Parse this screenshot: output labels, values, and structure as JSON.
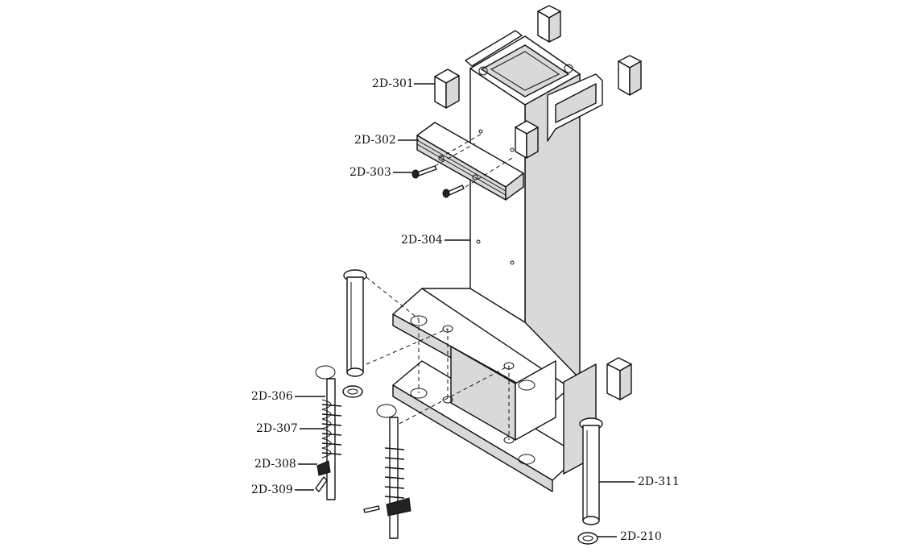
{
  "labels": {
    "l301": "2D-301",
    "l302": "2D-302",
    "l303": "2D-303",
    "l304": "2D-304",
    "l306": "2D-306",
    "l307": "2D-307",
    "l308": "2D-308",
    "l309": "2D-309",
    "l311": "2D-311",
    "l210": "2D-210"
  }
}
